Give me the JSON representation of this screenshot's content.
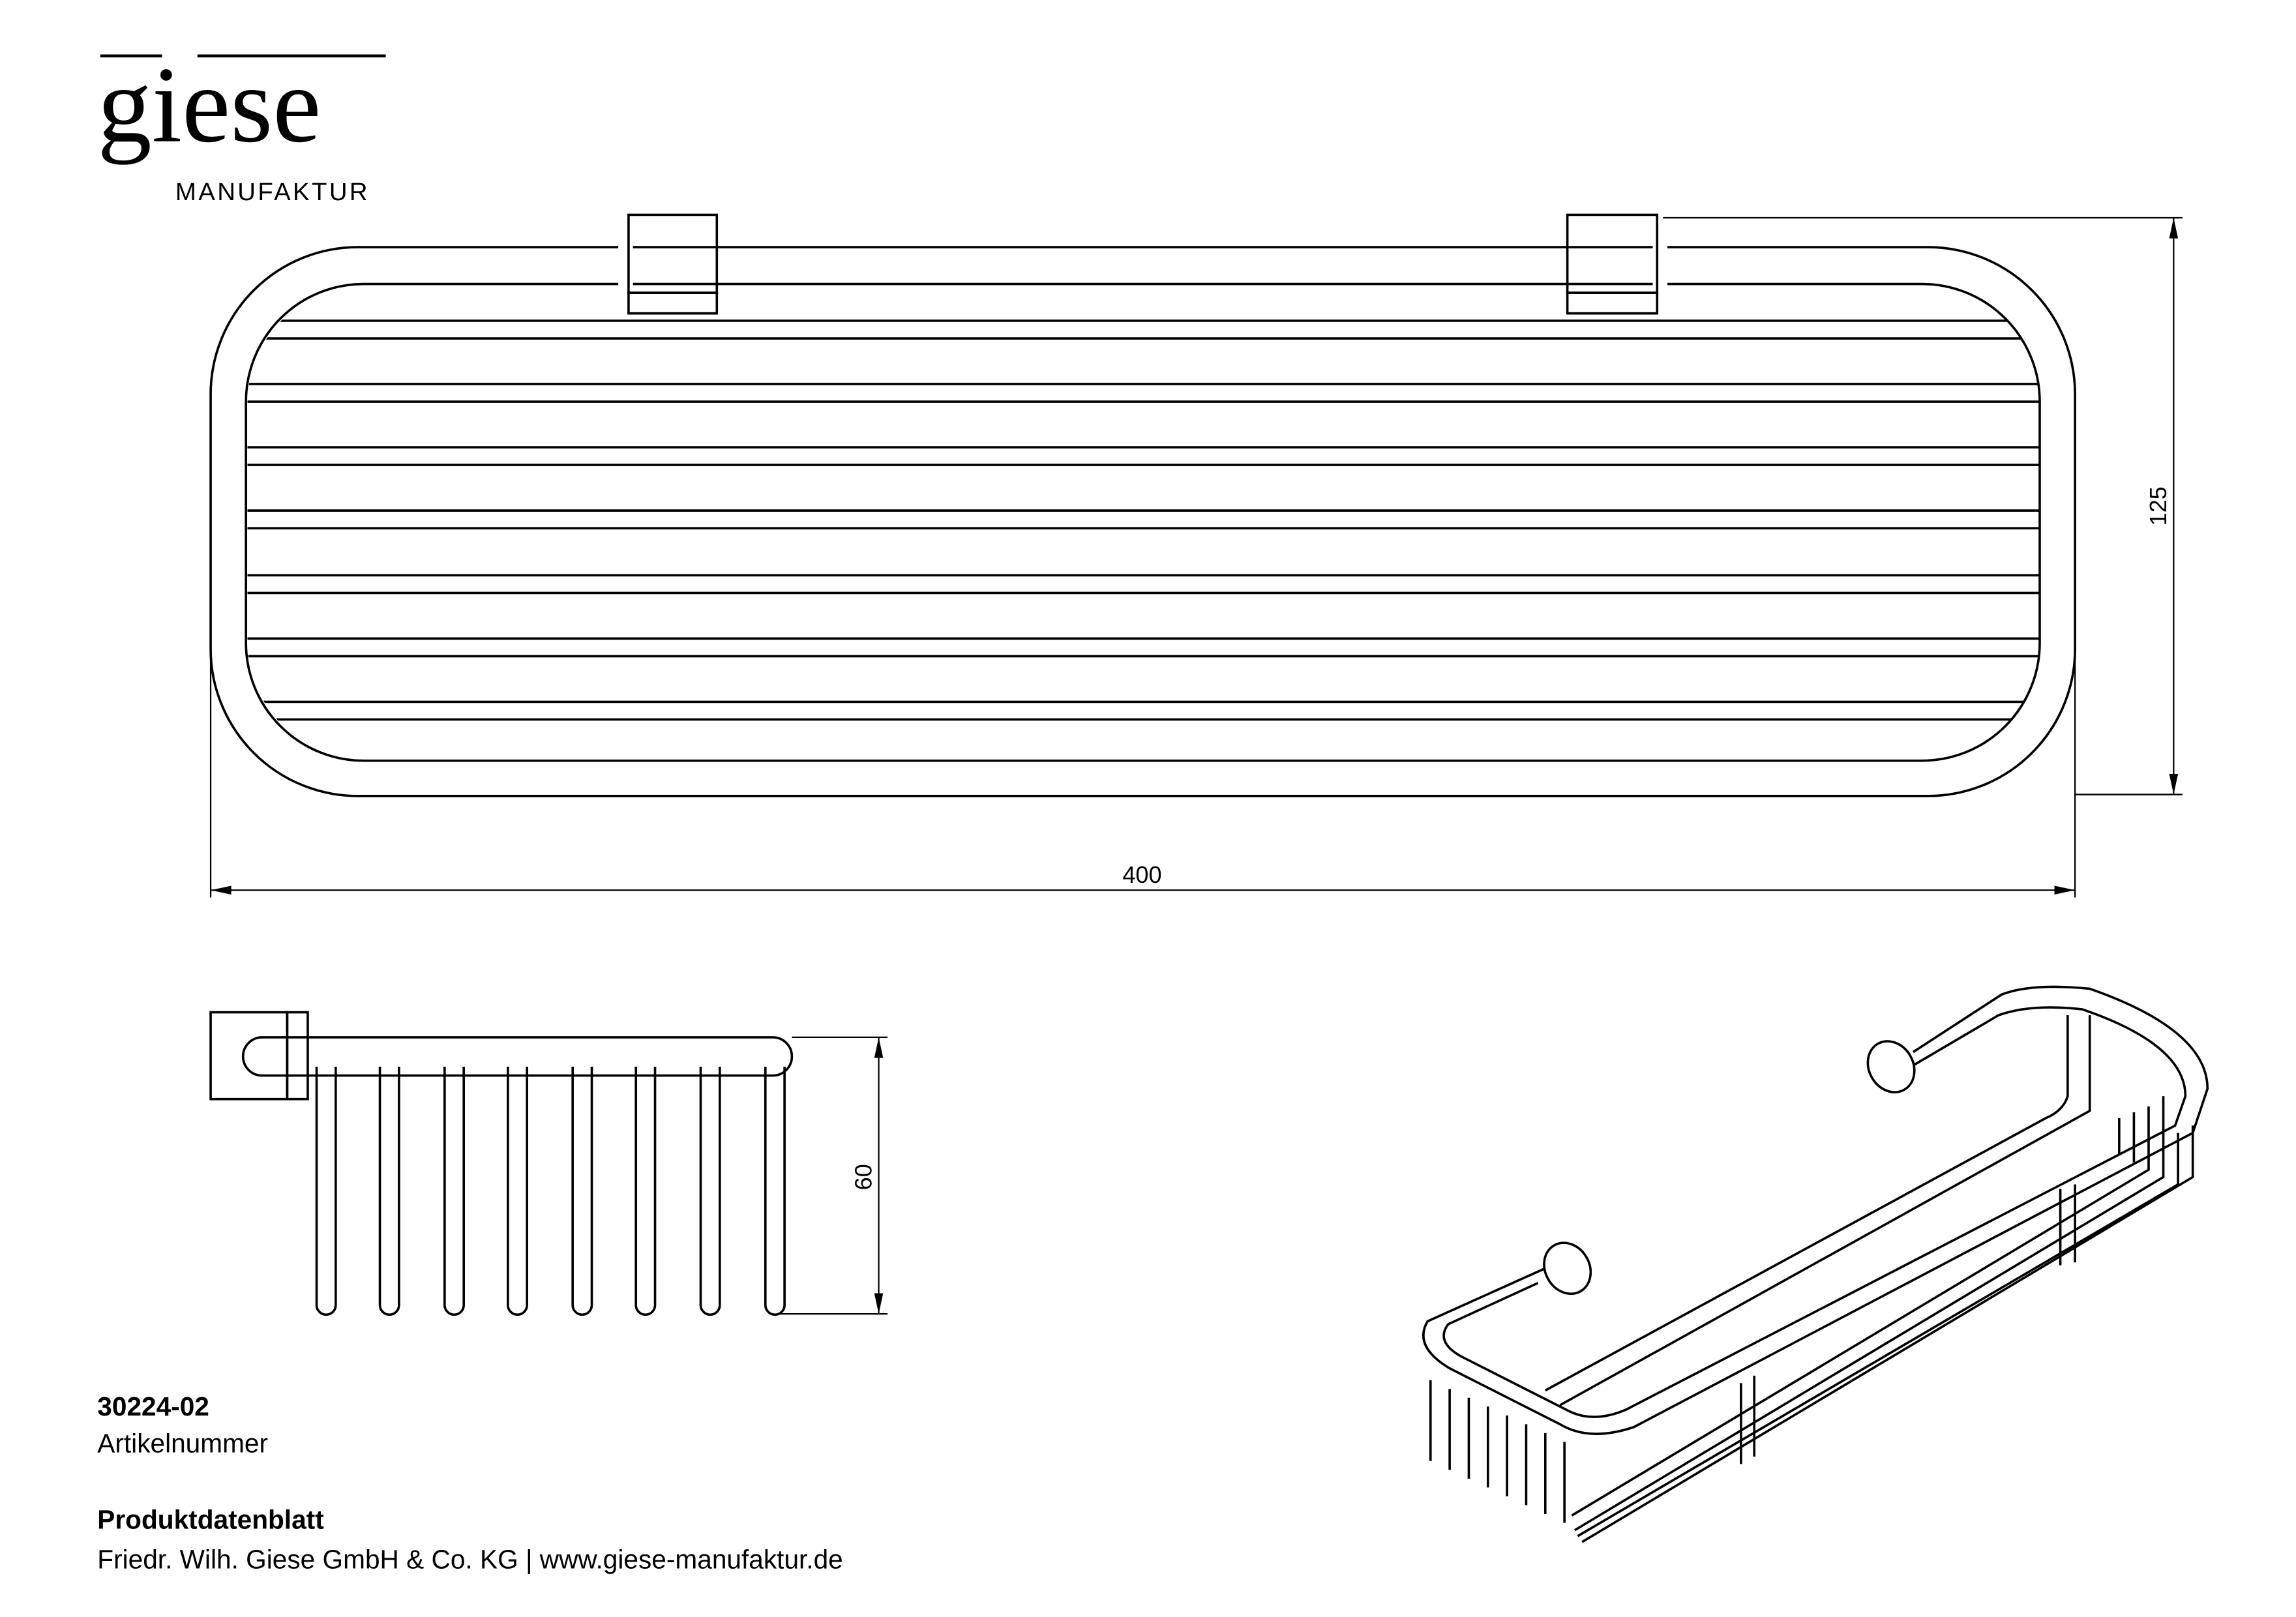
{
  "logo": {
    "wordmark": "giese",
    "subtitle": "MANUFAKTUR"
  },
  "drawing": {
    "dimensions": {
      "width": "400",
      "depth": "125",
      "height": "60"
    },
    "views": [
      "top-view",
      "side-view",
      "perspective-view"
    ]
  },
  "footer": {
    "article_number": "30224-02",
    "article_label": "Artikelnummer",
    "doc_title": "Produktdatenblatt",
    "company_line": "Friedr. Wilh. Giese GmbH & Co. KG | www.giese-manufaktur.de"
  },
  "colors": {
    "ink": "#000000",
    "paper": "#ffffff"
  }
}
